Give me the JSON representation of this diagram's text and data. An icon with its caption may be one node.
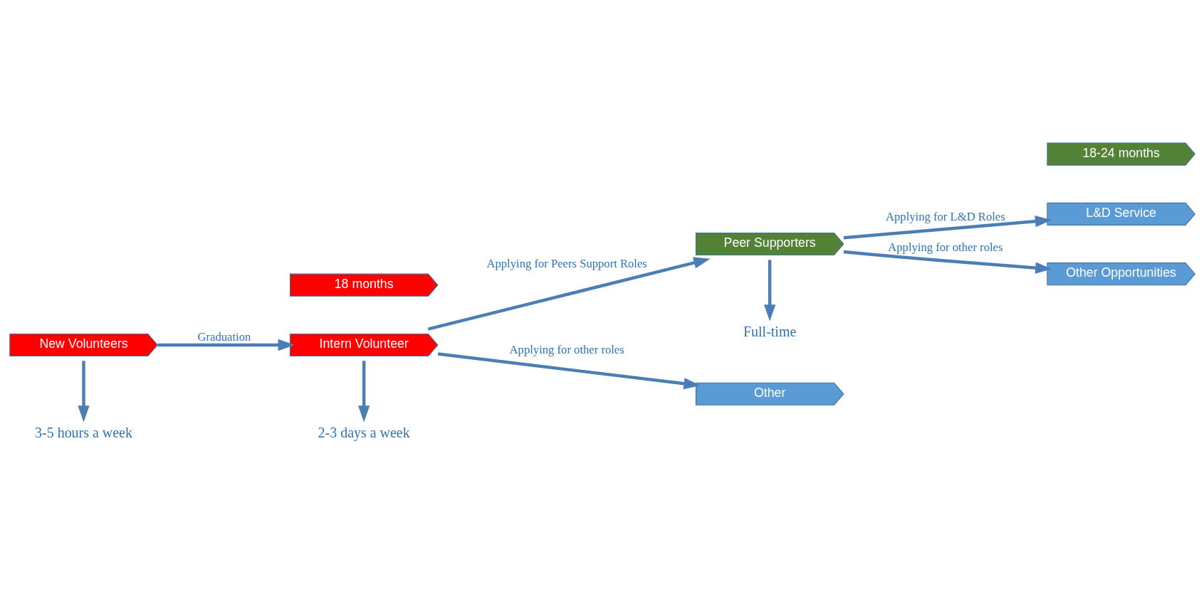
{
  "diagram": {
    "nodes": [
      {
        "text": [
          "New Volunteers"
        ]
      },
      {
        "text": [
          "Intern Volunteer"
        ]
      },
      {
        "text": [
          "Peer Supporters"
        ]
      },
      {
        "text": [
          "Other"
        ]
      },
      {
        "text": [
          "L&D Service"
        ]
      },
      {
        "text": [
          "Other Opportunities"
        ]
      },
      {
        "text": [
          "3-5 hours a week"
        ]
      },
      {
        "text": [
          "2-3 days a week"
        ]
      },
      {
        "text": [
          "Full-time"
        ]
      },
      {
        "text": [
          "18 months"
        ]
      },
      {
        "text": [
          "18-24 months"
        ]
      }
    ],
    "edges": [
      {
        "from": 0,
        "to": 1,
        "arrow": "to",
        "label": "Graduation"
      },
      {
        "from": 1,
        "to": 2,
        "arrow": "to",
        "label": "Applying for Peers Support Roles"
      },
      {
        "from": 1,
        "to": 3,
        "arrow": "to",
        "label": "Applying for other roles"
      },
      {
        "from": 2,
        "to": 4,
        "arrow": "to",
        "label": "Applying for L&D Roles"
      },
      {
        "from": 2,
        "to": 5,
        "arrow": "to",
        "label": "Applying for other roles"
      },
      {
        "from": 0,
        "to": 6,
        "arrow": "to"
      },
      {
        "from": 1,
        "to": 7,
        "arrow": "to"
      },
      {
        "from": 2,
        "to": 8,
        "arrow": "to"
      }
    ]
  }
}
